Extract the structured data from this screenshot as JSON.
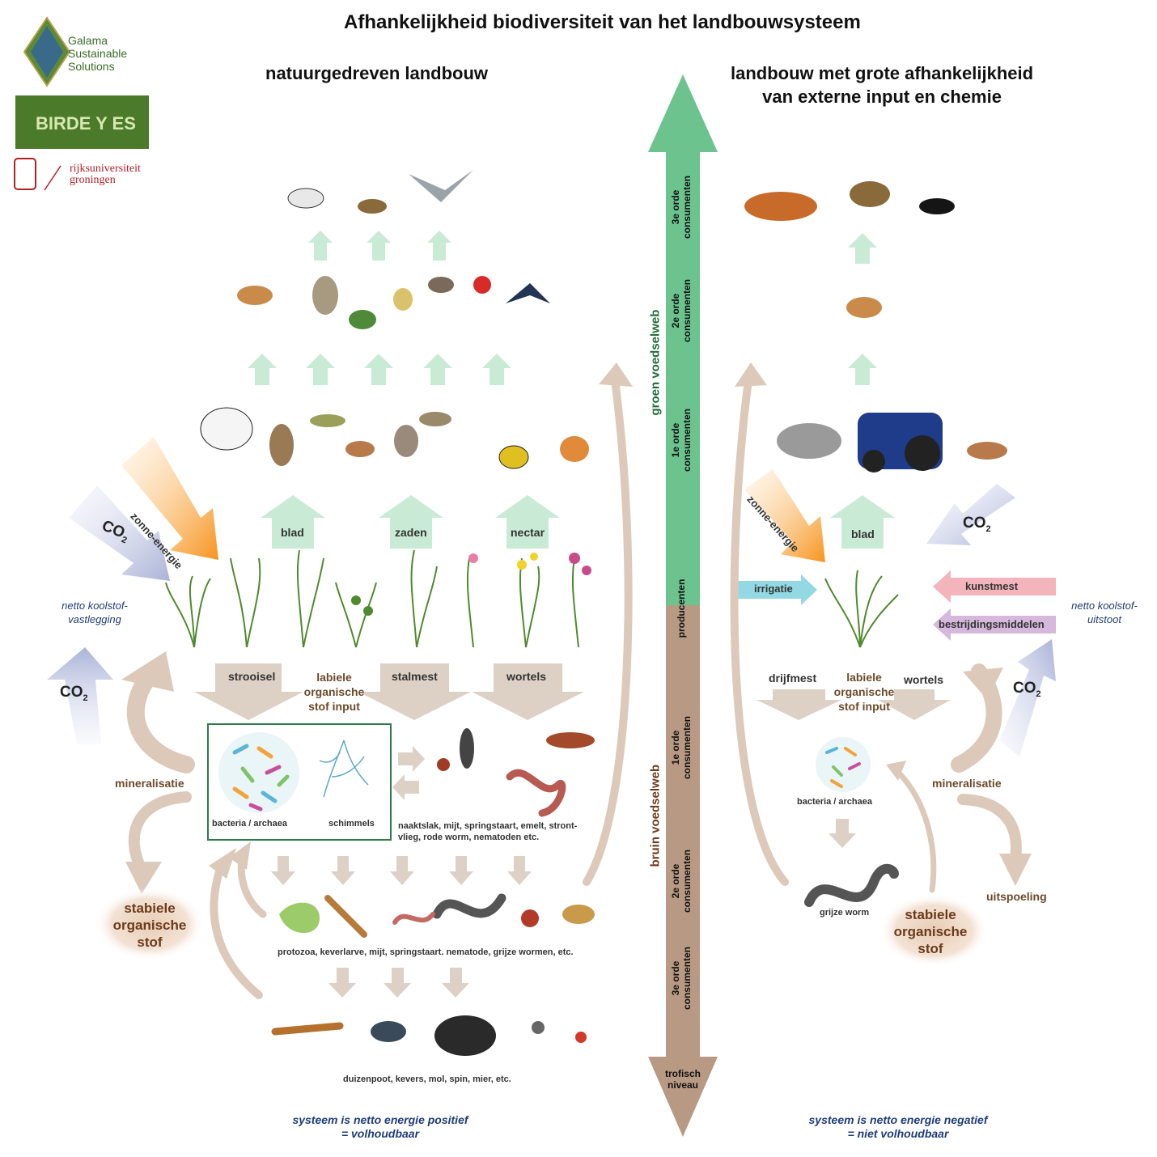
{
  "title": "Afhankelijkheid biodiversiteit van het landbouwsysteem",
  "left_heading": "natuurgedreven landbouw",
  "right_heading": [
    "landbouw met grote afhankelijkheid",
    "van externe input en chemie"
  ],
  "logos": {
    "galama": [
      "Galama",
      "Sustainable",
      "Solutions"
    ],
    "birdeyes": "BIRDE Y ES",
    "rug": [
      "rijksuniversiteit",
      "groningen"
    ]
  },
  "central_axis": {
    "green_web": "groen voedselweb",
    "brown_web": "bruin voedselweb",
    "green_levels": [
      [
        "3e orde",
        "consumenten"
      ],
      [
        "2e orde",
        "consumenten"
      ],
      [
        "1e orde",
        "consumenten"
      ]
    ],
    "producers": "producenten",
    "brown_levels": [
      [
        "1e orde",
        "consumenten"
      ],
      [
        "2e orde",
        "consumenten"
      ],
      [
        "3e orde",
        "consumenten"
      ]
    ],
    "trophic": [
      "trofisch",
      "niveau"
    ],
    "colors": {
      "green": "#6cc38e",
      "brown": "#b89a84"
    }
  },
  "left": {
    "producer_outputs": [
      "blad",
      "zaden",
      "nectar"
    ],
    "co2": "CO",
    "co2_sub": "2",
    "sun": "zonne-energie",
    "net_carbon": [
      "netto koolstof-",
      "vastlegging"
    ],
    "inputs": [
      "strooisel",
      "stalmest",
      "wortels"
    ],
    "labile": [
      "labiele",
      "organische",
      "stof input"
    ],
    "mineralisation": "mineralisatie",
    "stable": [
      "stabiele",
      "organische",
      "stof"
    ],
    "micro": [
      "bacteria / archaea",
      "schimmels"
    ],
    "fauna1": [
      "naaktslak, mijt, springstaart, emelt, stront-",
      "vlieg, rode worm, nematoden etc."
    ],
    "fauna2": "protozoa, keverlarve, mijt, springstaart. nematode, grijze wormen, etc.",
    "fauna3": "duizenpoot, kevers, mol, spin, mier, etc.",
    "conclusion": [
      "systeem is netto energie positief",
      "= volhoudbaar"
    ]
  },
  "right": {
    "sun": "zonne-energie",
    "leaf": "blad",
    "co2": "CO",
    "co2_sub": "2",
    "irrigation": "irrigatie",
    "fertilizer": "kunstmest",
    "pesticides": "bestrijdingsmiddelen",
    "net_carbon": [
      "netto koolstof-",
      "uitstoot"
    ],
    "inputs": [
      "drijfmest",
      "wortels"
    ],
    "labile": [
      "labiele",
      "organische",
      "stof input"
    ],
    "mineralisation": "mineralisatie",
    "micro": "bacteria / archaea",
    "worm": "grijze worm",
    "stable": [
      "stabiele",
      "organische",
      "stof"
    ],
    "leaching": "uitspoeling",
    "conclusion": [
      "systeem is netto energie negatief",
      "= niet volhoudbaar"
    ]
  }
}
